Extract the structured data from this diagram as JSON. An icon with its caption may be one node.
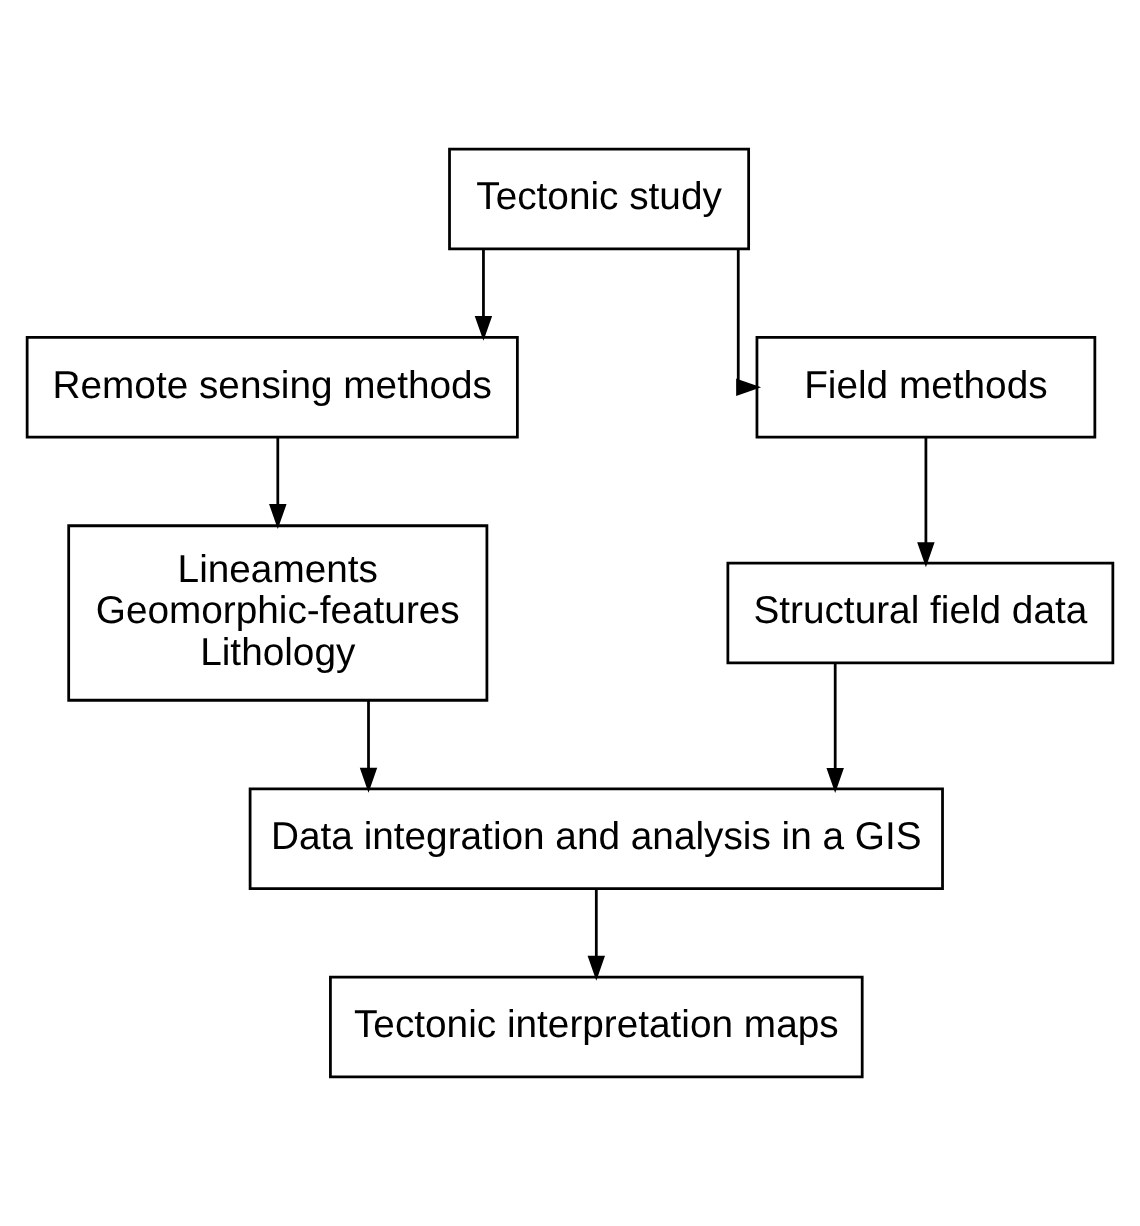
{
  "diagram": {
    "nodes": [
      {
        "text": [
          "Tectonic study"
        ]
      },
      {
        "text": [
          "Remote sensing methods"
        ]
      },
      {
        "text": [
          "Field methods"
        ]
      },
      {
        "text": [
          "Lineaments",
          "Geomorphic-features",
          "Lithology"
        ]
      },
      {
        "text": [
          "Structural field data"
        ]
      },
      {
        "text": [
          "Data integration and analysis in a GIS"
        ]
      },
      {
        "text": [
          "Tectonic interpretation maps"
        ]
      }
    ],
    "edges": [
      {
        "from": 0,
        "to": 1,
        "arrow": "to"
      },
      {
        "from": 0,
        "to": 2,
        "arrow": "to"
      },
      {
        "from": 1,
        "to": 3,
        "arrow": "to"
      },
      {
        "from": 2,
        "to": 4,
        "arrow": "to"
      },
      {
        "from": 3,
        "to": 5,
        "arrow": "to"
      },
      {
        "from": 4,
        "to": 5,
        "arrow": "to"
      },
      {
        "from": 5,
        "to": 6,
        "arrow": "to"
      }
    ]
  }
}
